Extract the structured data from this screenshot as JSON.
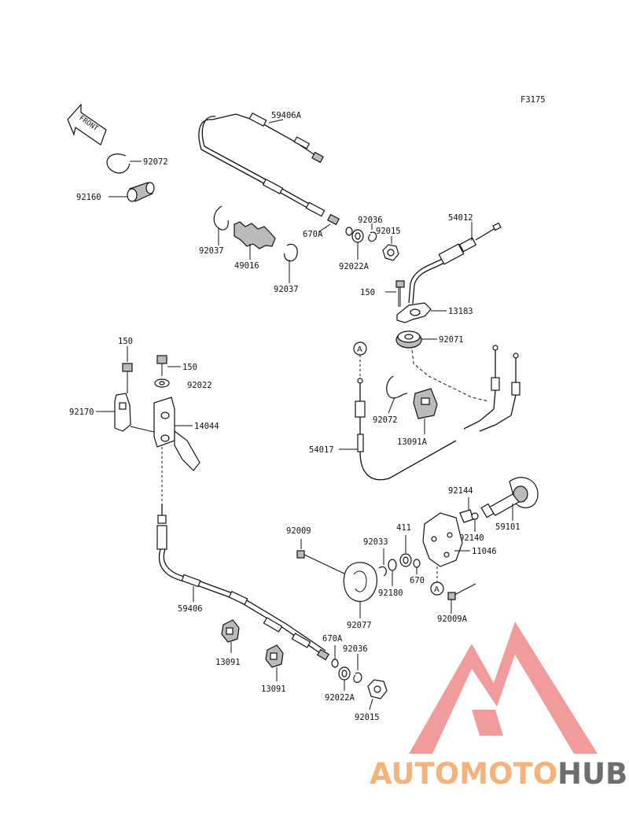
{
  "figure_code": "F3175",
  "front_label": "FRONT",
  "callout_letter": "A",
  "watermark": {
    "text_a": "AUTOMOTO",
    "text_b": "HUB",
    "color_a": "#f5b27a",
    "color_b": "#6e6e6e",
    "logo_color": "#f08a8a"
  },
  "labels": {
    "p59406A": "59406A",
    "p92072_top": "92072",
    "p92160": "92160",
    "p670A_top": "670A",
    "p92036_top": "92036",
    "p92015_top": "92015",
    "p54012": "54012",
    "p92037_a": "92037",
    "p49016": "49016",
    "p92037_b": "92037",
    "p92022A_top": "92022A",
    "p150_right": "150",
    "p13183": "13183",
    "p92071": "92071",
    "p150_left": "150",
    "p150_mid": "150",
    "p92022": "92022",
    "p92170": "92170",
    "p14044": "14044",
    "p92072_mid": "92072",
    "p13091A": "13091A",
    "p54017": "54017",
    "p92144": "92144",
    "p59101": "59101",
    "p92009": "92009",
    "p411": "411",
    "p92140": "92140",
    "p92033": "92033",
    "p11046": "11046",
    "p670": "670",
    "p92180": "92180",
    "p92009A": "92009A",
    "p59406": "59406",
    "p92077": "92077",
    "p670A_bot": "670A",
    "p92036_bot": "92036",
    "p13091_a": "13091",
    "p13091_b": "13091",
    "p92022A_bot": "92022A",
    "p92015_bot": "92015"
  }
}
